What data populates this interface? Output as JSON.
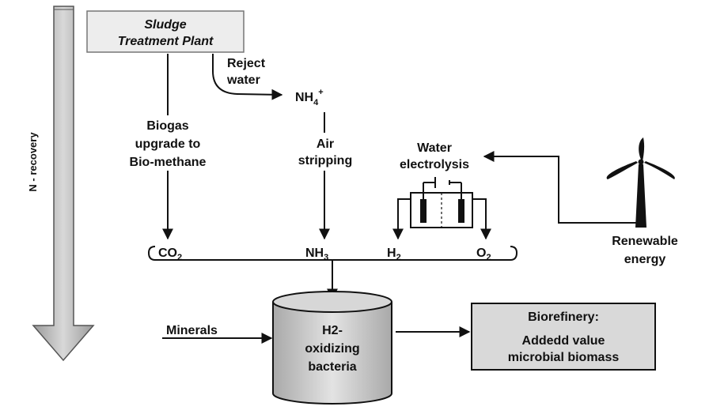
{
  "side_arrow": {
    "label": "N - recovery"
  },
  "plant": {
    "line1": "Sludge",
    "line2": "Treatment Plant"
  },
  "reject_water": {
    "line1": "Reject",
    "line2": "water"
  },
  "ammonium": {
    "base": "NH",
    "sub": "4",
    "sup": "+"
  },
  "biogas": {
    "line1": "Biogas",
    "line2": "upgrade to",
    "line3": "Bio-methane"
  },
  "air_stripping": {
    "line1": "Air",
    "line2": "stripping"
  },
  "electrolysis": {
    "line1": "Water",
    "line2": "electrolysis"
  },
  "renewable": {
    "line1": "Renewable",
    "line2": "energy"
  },
  "gases": {
    "co2": {
      "base": "CO",
      "sub": "2"
    },
    "nh3": {
      "base": "NH",
      "sub": "3"
    },
    "h2": {
      "base": "H",
      "sub": "2"
    },
    "o2": {
      "base": "O",
      "sub": "2"
    }
  },
  "minerals": "Minerals",
  "reactor": {
    "line1": "H2-",
    "line2": "oxidizing",
    "line3": "bacteria"
  },
  "biorefinery": {
    "title": "Biorefinery:",
    "line1": "Addedd value",
    "line2": "microbial biomass"
  }
}
